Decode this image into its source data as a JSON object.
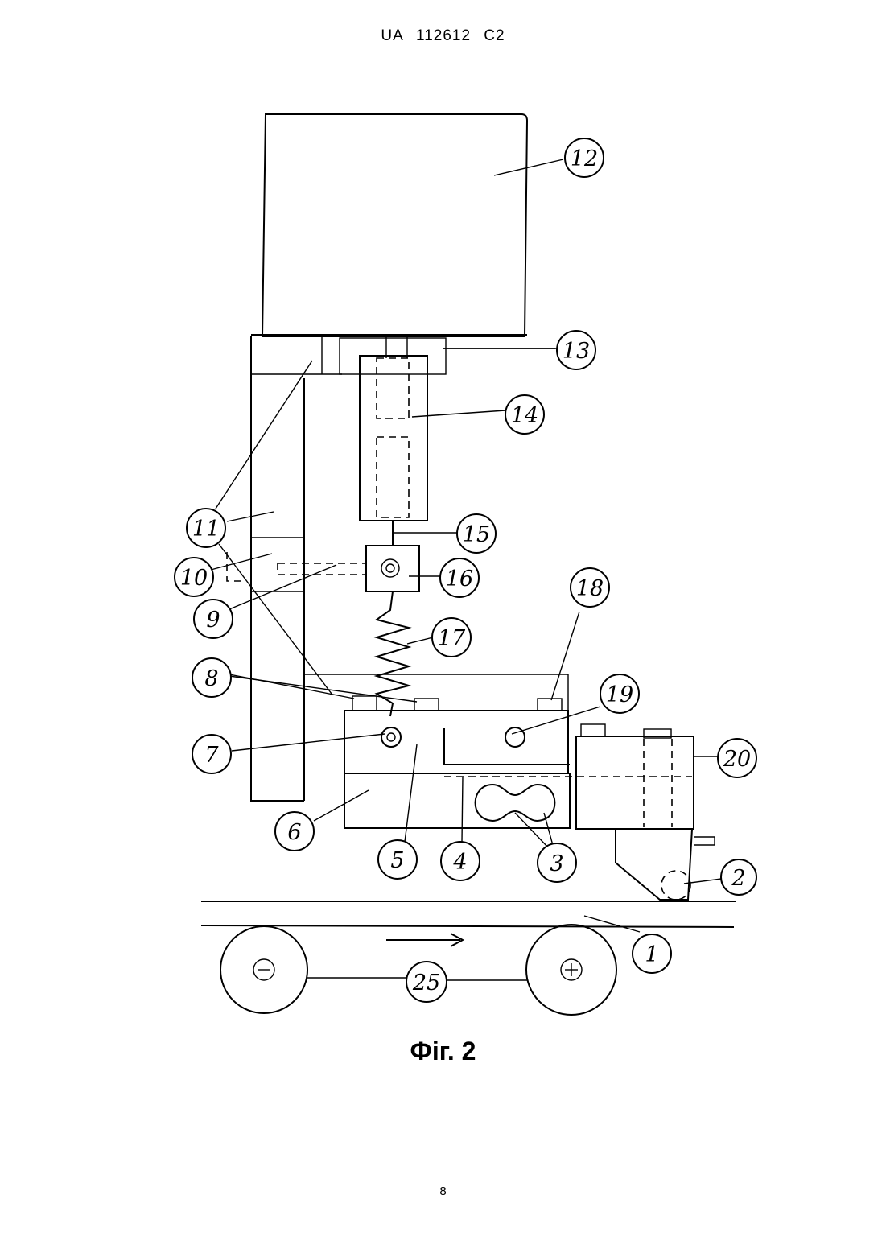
{
  "header": {
    "doc_id": "UA   112612   C2"
  },
  "caption": "Фіг. 2",
  "page_number": "8",
  "callouts": [
    {
      "id": "c1",
      "label": "1"
    },
    {
      "id": "c2",
      "label": "2"
    },
    {
      "id": "c3",
      "label": "3"
    },
    {
      "id": "c4",
      "label": "4"
    },
    {
      "id": "c5",
      "label": "5"
    },
    {
      "id": "c6",
      "label": "6"
    },
    {
      "id": "c7",
      "label": "7"
    },
    {
      "id": "c8",
      "label": "8"
    },
    {
      "id": "c9",
      "label": "9"
    },
    {
      "id": "c10",
      "label": "10"
    },
    {
      "id": "c11",
      "label": "11"
    },
    {
      "id": "c12",
      "label": "12"
    },
    {
      "id": "c13",
      "label": "13"
    },
    {
      "id": "c14",
      "label": "14"
    },
    {
      "id": "c15",
      "label": "15"
    },
    {
      "id": "c16",
      "label": "16"
    },
    {
      "id": "c17",
      "label": "17"
    },
    {
      "id": "c18",
      "label": "18"
    },
    {
      "id": "c19",
      "label": "19"
    },
    {
      "id": "c20",
      "label": "20"
    },
    {
      "id": "c25",
      "label": "25"
    }
  ]
}
